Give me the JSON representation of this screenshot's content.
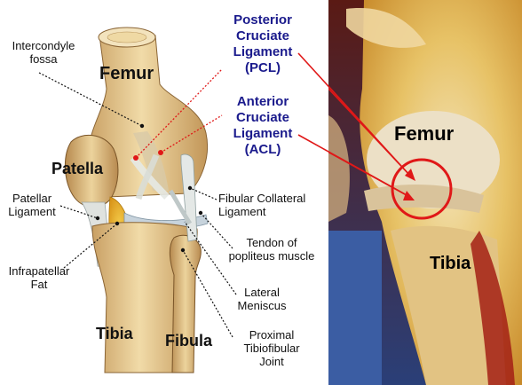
{
  "labels": {
    "femur": "Femur",
    "patella": "Patella",
    "tibia": "Tibia",
    "fibula": "Fibula",
    "intercondyle_fossa": "Intercondyle\nfossa",
    "patellar_ligament": "Patellar\nLigament",
    "infrapatellar_fat": "Infrapatellar\nFat",
    "pcl": "Posterior\nCruciate\nLigament\n(PCL)",
    "acl": "Anterior\nCruciate\nLigament\n(ACL)",
    "fibular_collateral": "Fibular Collateral\nLigament",
    "popliteus": "Tendon of\npopliteus muscle",
    "lateral_meniscus": "Lateral\nMeniscus",
    "tibiofibular_joint": "Proximal\nTibiofibular\nJoint"
  },
  "photo": {
    "femur": "Femur",
    "tibia": "Tibia"
  },
  "colors": {
    "bone": "#e9cf98",
    "bone_shadow": "#c9a56a",
    "ligament": "#dfe4e4",
    "fat": "#e8b32c",
    "meniscus": "#c7d3dc",
    "pointer": "#e01818",
    "title_blue": "#1a1a8c"
  }
}
